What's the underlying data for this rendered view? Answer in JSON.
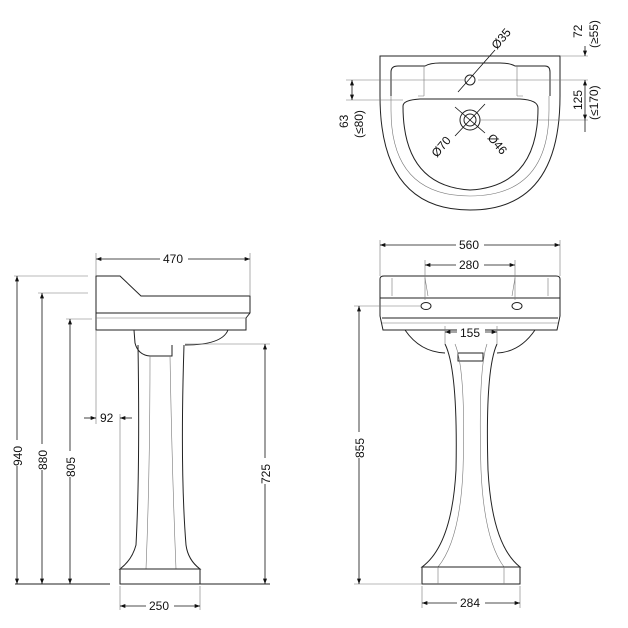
{
  "side_view": {
    "width": "470",
    "height_total": "940",
    "height_rim": "880",
    "height_under": "805",
    "height_pedestal": "725",
    "offset": "92",
    "base_width": "250"
  },
  "front_view": {
    "width": "560",
    "tap_spacing": "280",
    "pedestal_top_width": "155",
    "height_tap": "855",
    "base_width": "284"
  },
  "top_view": {
    "tap_hole_dia": "Ø35",
    "waste_outer_dia": "Ø70",
    "waste_inner_dia": "Ø46",
    "back_to_tap": "72",
    "back_to_tap_limit": "(≥55)",
    "back_to_waste": "125",
    "back_to_waste_limit": "(≤170)",
    "tap_to_rim": "63",
    "tap_to_rim_limit": "(≤80)"
  }
}
